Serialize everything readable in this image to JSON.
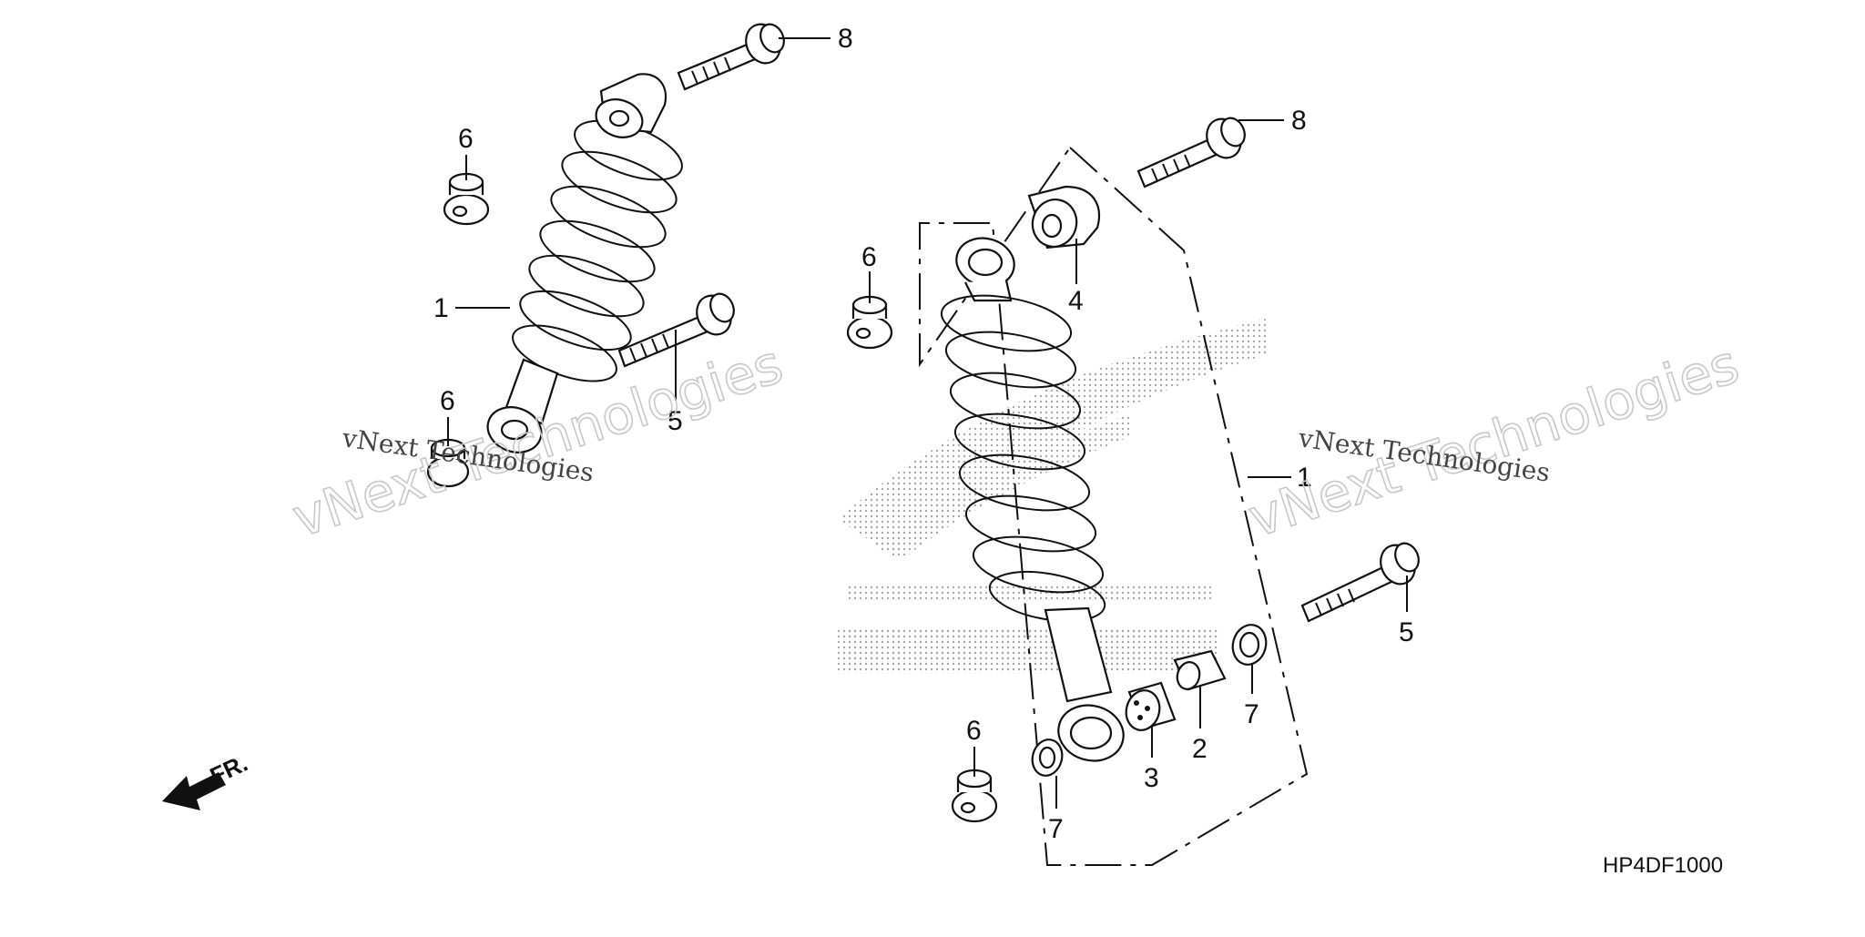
{
  "diagram_code": "HP4DF1000",
  "direction_label": "FR.",
  "watermark": {
    "large": "vNext Technologies",
    "small": "vNext Technologies"
  },
  "callouts": {
    "left_bolt_top": "8",
    "left_nut_top": "6",
    "left_shock": "1",
    "left_nut_bottom": "6",
    "left_bolt_bottom": "5",
    "right_bolt_top": "8",
    "right_nut_top": "6",
    "right_bushing_top": "4",
    "right_shock": "1",
    "right_bolt_bottom": "5",
    "right_seal_right": "7",
    "right_collar": "2",
    "right_bushing_bottom": "3",
    "right_nut_bottom": "6",
    "right_seal_left": "7"
  },
  "colors": {
    "line": "#111111",
    "watermark_outline": "#c8c8c8",
    "honda_logo_dots": "#9a9a9a"
  }
}
